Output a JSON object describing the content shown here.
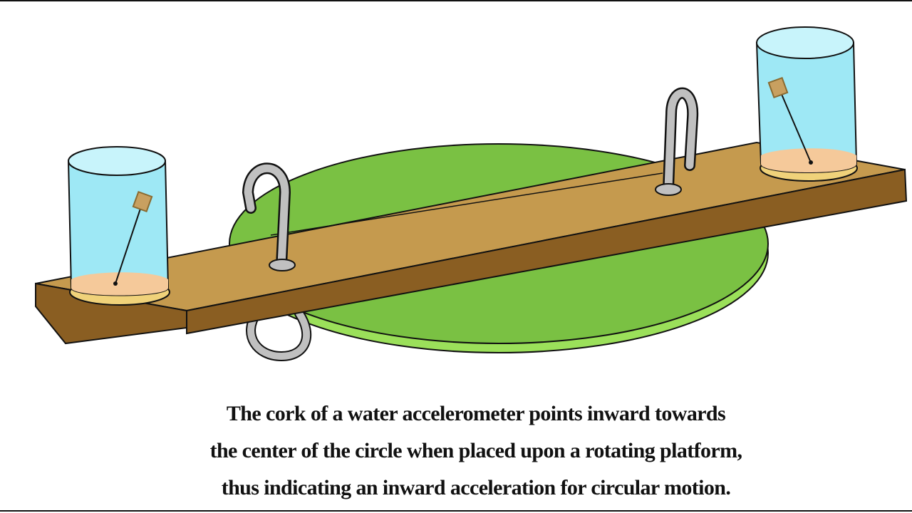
{
  "caption": {
    "line1": "The cork of a water accelerometer points inward towards",
    "line2": "the center of the circle when placed upon a rotating platform,",
    "line3": "thus indicating an inward acceleration for circular motion."
  },
  "colors": {
    "platform": "#7ac143",
    "platform_edge": "#9be05a",
    "plank_top": "#c59a4e",
    "plank_front": "#8a5e22",
    "water": "#9ee8f5",
    "sand": "#f5c99a",
    "jar_base": "#f0d27a",
    "cork": "#c8a060",
    "clip": "#c0c0c0"
  }
}
